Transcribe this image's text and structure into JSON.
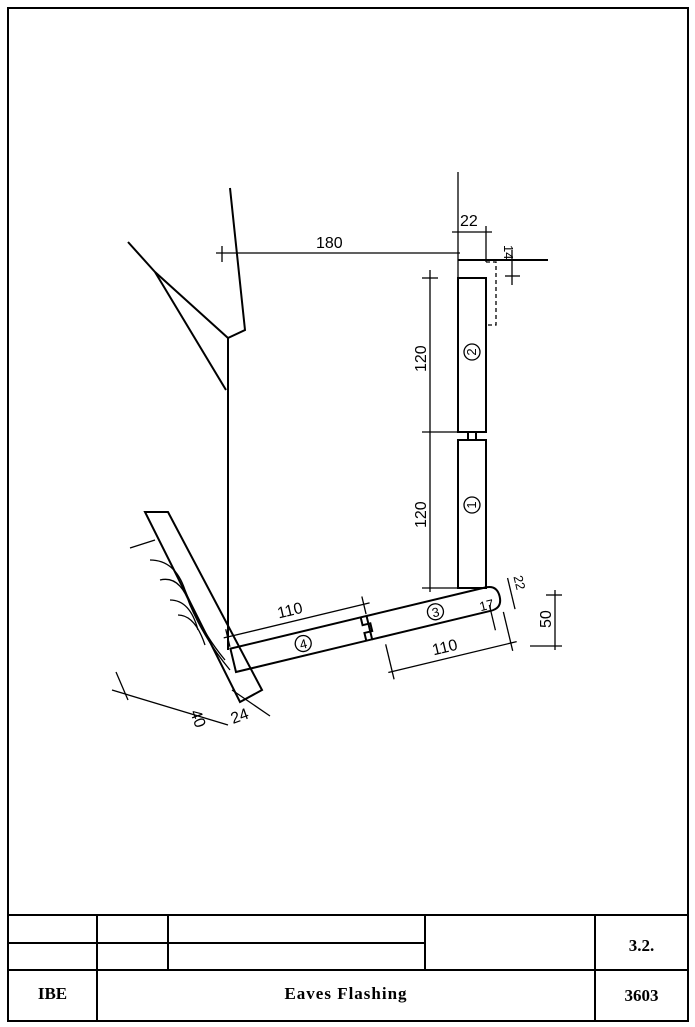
{
  "drawing": {
    "dimensions": {
      "overall_width": "180",
      "board_thickness_top": "22",
      "flashing_offset": "14",
      "board2_height": "120",
      "board1_height": "120",
      "board4_length": "110",
      "board3_length": "110",
      "board3_end_thickness": "22",
      "board3_edge": "17",
      "drop_height": "50",
      "rafter_depth": "40",
      "rafter_width": "24"
    },
    "parts": [
      "1",
      "2",
      "3",
      "4"
    ]
  },
  "title_block": {
    "company": "IBE",
    "title": "Eaves Flashing",
    "section": "3.2.",
    "drawing_number": "3603"
  }
}
